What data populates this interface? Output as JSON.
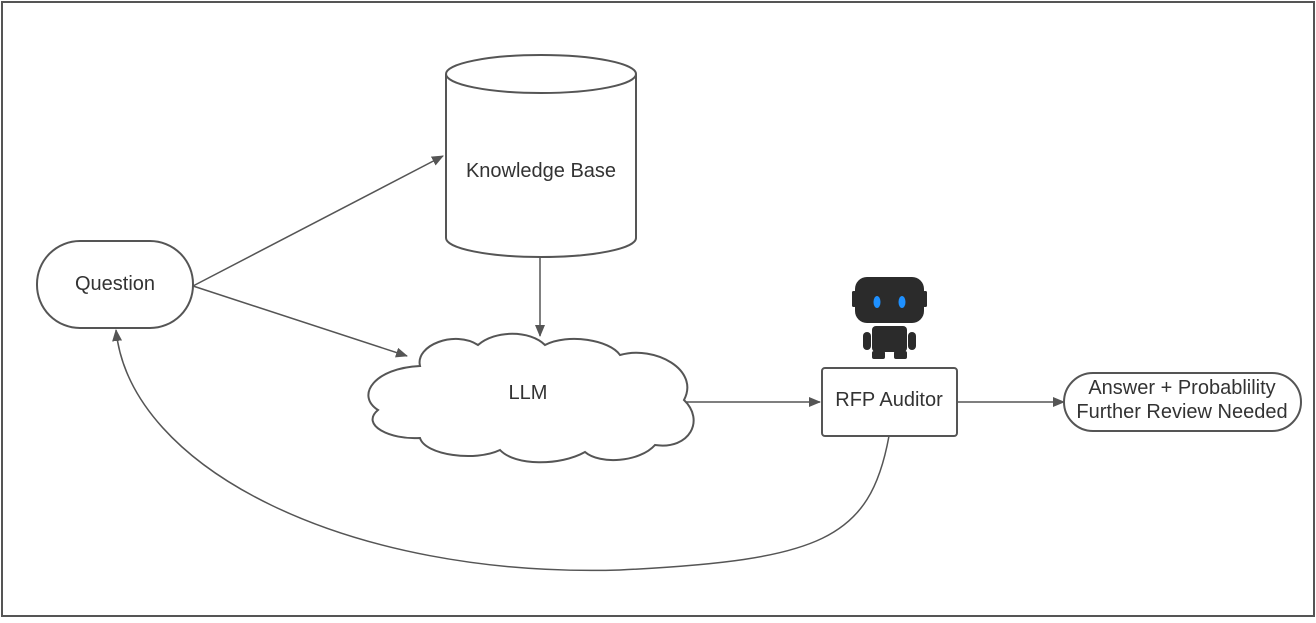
{
  "diagram": {
    "nodes": {
      "question": {
        "label": "Question"
      },
      "knowledge_base": {
        "label": "Knowledge Base"
      },
      "llm": {
        "label": "LLM"
      },
      "rfp_auditor": {
        "label": "RFP Auditor"
      },
      "output": {
        "line1": "Answer + Probablility",
        "line2": "Further Review Needed"
      }
    },
    "icons": {
      "auditor_icon": "robot-icon"
    },
    "colors": {
      "stroke": "#555555",
      "text": "#333333",
      "robot_body": "#2b2b2b",
      "robot_eyes": "#1e90ff"
    }
  }
}
